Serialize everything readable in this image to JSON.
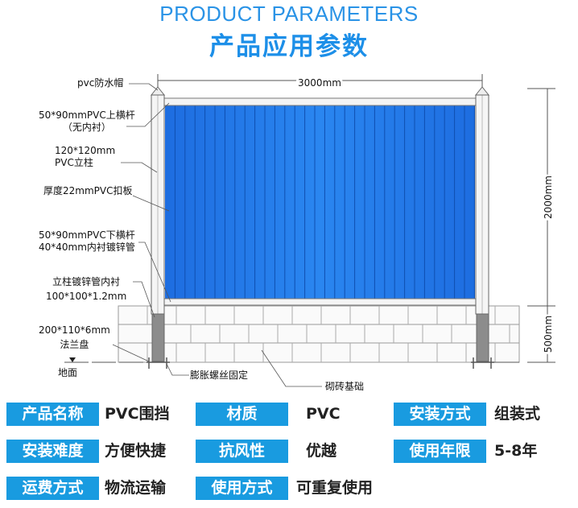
{
  "header": {
    "title_en": "PRODUCT PARAMETERS",
    "title_cn": "产品应用参数"
  },
  "diagram": {
    "labels": {
      "cap": "pvc防水帽",
      "top_rail_1": "50*90mmPVC上横杆",
      "top_rail_2": "（无内衬）",
      "post_1": "120*120mm",
      "post_2": "PVC立柱",
      "panel": "厚度22mmPVC扣板",
      "bottom_rail_1": "50*90mmPVC下横杆",
      "bottom_rail_2": "40*40mm内衬镀锌管",
      "post_liner_1": "立柱镀锌管内衬",
      "post_liner_2": "100*100*1.2mm",
      "flange_1": "200*110*6mm",
      "flange_2": "法兰盘",
      "ground": "地面",
      "bolt": "膨胀螺丝固定",
      "brick": "砌砖基础"
    },
    "dimensions": {
      "width": "3000mm",
      "height": "2000mm",
      "base": "500mm"
    },
    "colors": {
      "panel": "#1f6fe0",
      "post_base": "#8c8c8c"
    }
  },
  "params": [
    [
      {
        "key": "产品名称",
        "value": "PVC围挡"
      },
      {
        "key": "材质",
        "value": "PVC"
      },
      {
        "key": "安装方式",
        "value": "组装式"
      }
    ],
    [
      {
        "key": "安装难度",
        "value": "方便快捷"
      },
      {
        "key": "抗风性",
        "value": "优越"
      },
      {
        "key": "使用年限",
        "value": "5-8年"
      }
    ],
    [
      {
        "key": "运费方式",
        "value": "物流运输"
      },
      {
        "key": "使用方式",
        "value": "可重复使用"
      }
    ]
  ]
}
